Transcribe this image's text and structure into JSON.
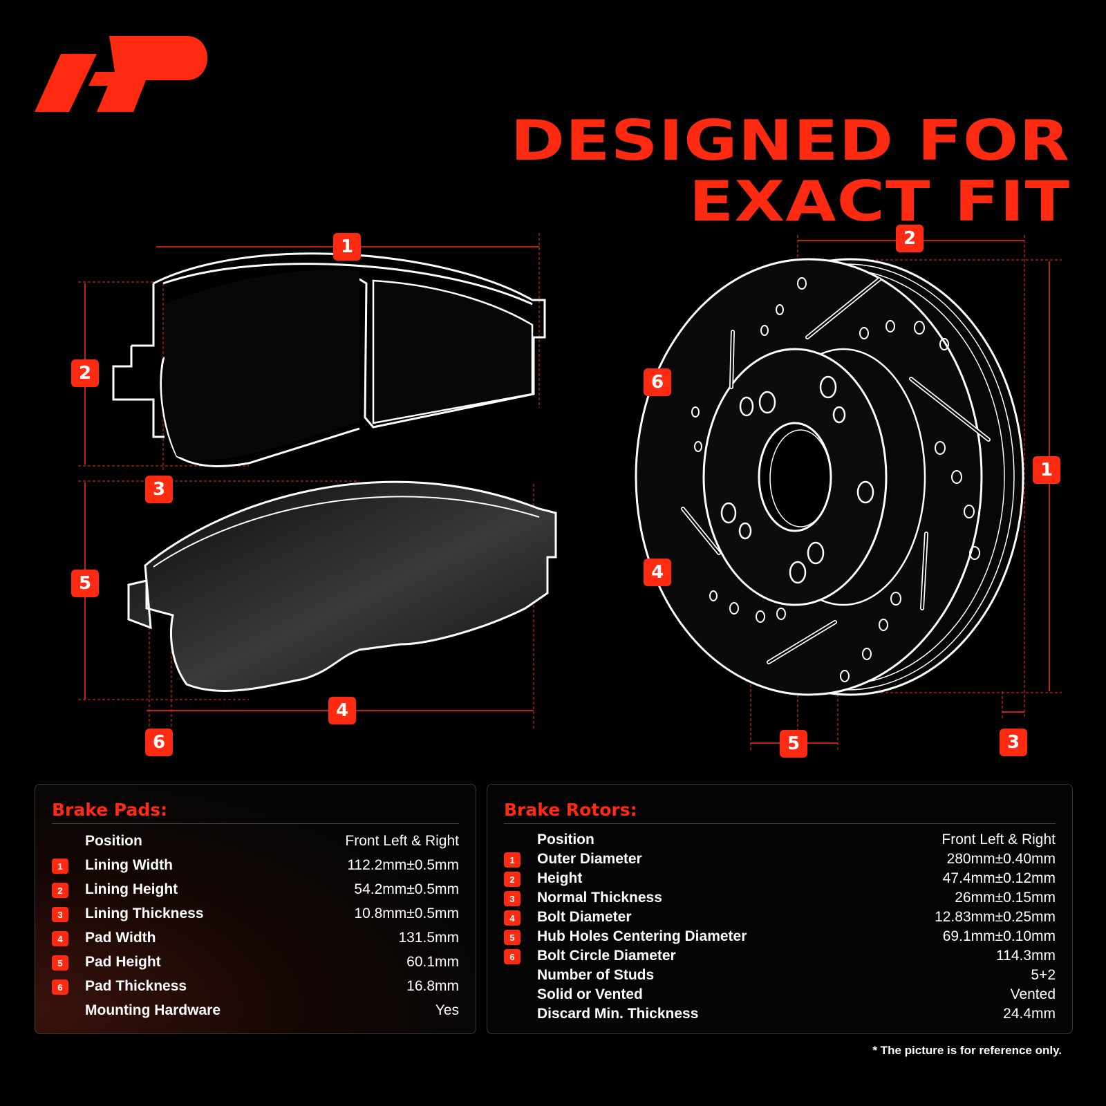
{
  "brand": {
    "logo_name": "brand-logo",
    "accent_color": "#ff2a12"
  },
  "headline": {
    "line1": "DESIGNED FOR",
    "line2": "EXACT FIT"
  },
  "diagram_labels": {
    "pad": [
      "1",
      "2",
      "3",
      "4",
      "5",
      "6"
    ],
    "rotor": [
      "1",
      "2",
      "3",
      "4",
      "5",
      "6"
    ]
  },
  "brake_pads": {
    "title": "Brake Pads:",
    "rows": [
      {
        "num": "",
        "label": "Position",
        "value": "Front Left & Right"
      },
      {
        "num": "1",
        "label": "Lining Width",
        "value": "112.2mm±0.5mm"
      },
      {
        "num": "2",
        "label": "Lining Height",
        "value": "54.2mm±0.5mm"
      },
      {
        "num": "3",
        "label": "Lining Thickness",
        "value": "10.8mm±0.5mm"
      },
      {
        "num": "4",
        "label": "Pad Width",
        "value": "131.5mm"
      },
      {
        "num": "5",
        "label": "Pad Height",
        "value": "60.1mm"
      },
      {
        "num": "6",
        "label": "Pad Thickness",
        "value": "16.8mm"
      },
      {
        "num": "",
        "label": "Mounting Hardware",
        "value": "Yes"
      }
    ]
  },
  "brake_rotors": {
    "title": "Brake Rotors:",
    "rows": [
      {
        "num": "",
        "label": "Position",
        "value": "Front Left & Right"
      },
      {
        "num": "1",
        "label": "Outer Diameter",
        "value": "280mm±0.40mm"
      },
      {
        "num": "2",
        "label": "Height",
        "value": "47.4mm±0.12mm"
      },
      {
        "num": "3",
        "label": "Normal Thickness",
        "value": "26mm±0.15mm"
      },
      {
        "num": "4",
        "label": "Bolt Diameter",
        "value": "12.83mm±0.25mm"
      },
      {
        "num": "5",
        "label": "Hub Holes Centering Diameter",
        "value": "69.1mm±0.10mm"
      },
      {
        "num": "6",
        "label": "Bolt Circle Diameter",
        "value": "114.3mm"
      },
      {
        "num": "",
        "label": "Number of Studs",
        "value": "5+2"
      },
      {
        "num": "",
        "label": "Solid or Vented",
        "value": "Vented"
      },
      {
        "num": "",
        "label": "Discard Min. Thickness",
        "value": "24.4mm"
      }
    ]
  },
  "footnote": "* The picture is for reference only."
}
